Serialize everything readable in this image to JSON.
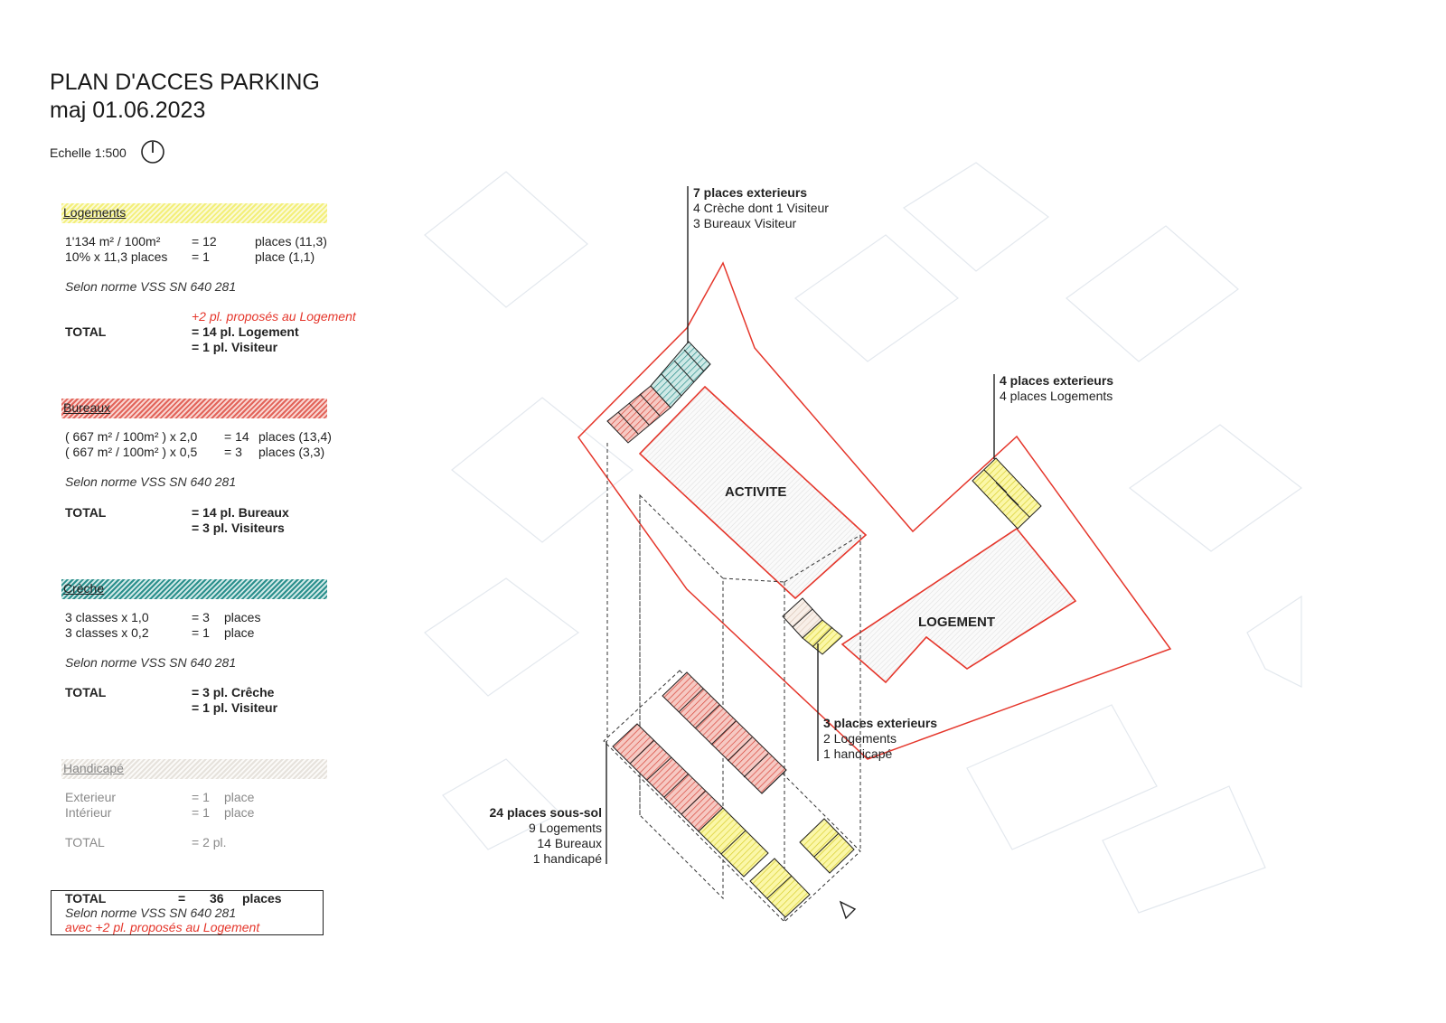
{
  "header": {
    "title": "PLAN D'ACCES PARKING",
    "subtitle": "maj 01.06.2023",
    "scale": "Echelle 1:500"
  },
  "colors": {
    "logements": "#f3ef7a",
    "bureaux": "#e2645a",
    "creche": "#2a8f8c",
    "handicape": "#e6e2dc",
    "perimeter": "#e5362b"
  },
  "logements": {
    "heading": "Logements",
    "rows": [
      {
        "calc": "1'134 m² / 100m²",
        "eq": "= 12",
        "unit": "places (11,3)"
      },
      {
        "calc": "10% x 11,3 places",
        "eq": "= 1",
        "unit": "place (1,1)"
      }
    ],
    "norm": "Selon norme VSS SN 640 281",
    "proposal": "+2 pl. proposés au Logement",
    "total_label": "TOTAL",
    "total_1": "= 14 pl. Logement",
    "total_2": "= 1 pl. Visiteur"
  },
  "bureaux": {
    "heading": "Bureaux",
    "rows": [
      {
        "calc": "( 667 m² / 100m² ) x 2,0",
        "eq": "= 14",
        "unit": "places (13,4)"
      },
      {
        "calc": "( 667 m² / 100m² ) x 0,5",
        "eq": "= 3",
        "unit": "places (3,3)"
      }
    ],
    "norm": "Selon norme VSS SN 640 281",
    "total_label": "TOTAL",
    "total_1": "= 14 pl. Bureaux",
    "total_2": "= 3 pl. Visiteurs"
  },
  "creche": {
    "heading": "Crèche",
    "rows": [
      {
        "calc": "3 classes x 1,0",
        "eq": "= 3",
        "unit": "places"
      },
      {
        "calc": "3 classes x 0,2",
        "eq": "= 1",
        "unit": "place"
      }
    ],
    "norm": "Selon norme VSS SN 640 281",
    "total_label": "TOTAL",
    "total_1": "= 3 pl. Crêche",
    "total_2": "= 1 pl. Visiteur"
  },
  "handicape": {
    "heading": "Handicapé",
    "rows": [
      {
        "calc": "Exterieur",
        "eq": "= 1",
        "unit": "place"
      },
      {
        "calc": "Intérieur",
        "eq": "= 1",
        "unit": "place"
      }
    ],
    "total_label": "TOTAL",
    "total_1": "= 2 pl."
  },
  "grand_total": {
    "label": "TOTAL",
    "eq": "=",
    "value": "36",
    "unit": "places",
    "norm": "Selon norme VSS SN 640 281",
    "proposal": "avec +2 pl. proposés au Logement"
  },
  "plan": {
    "building_activite": "ACTIVITE",
    "building_logement": "LOGEMENT",
    "callout_top": {
      "title": "7 places exterieurs",
      "line1": "4 Crèche dont 1 Visiteur",
      "line2": "3 Bureaux Visiteur"
    },
    "callout_right": {
      "title": "4 places exterieurs",
      "line1": "4 places Logements"
    },
    "callout_mid": {
      "title": "3 places exterieurs",
      "line1": "2 Logements",
      "line2": "1 handicapé"
    },
    "callout_basement": {
      "title": "24 places sous-sol",
      "line1": "9 Logements",
      "line2": "14 Bureaux",
      "line3": "1 handicapé"
    }
  }
}
